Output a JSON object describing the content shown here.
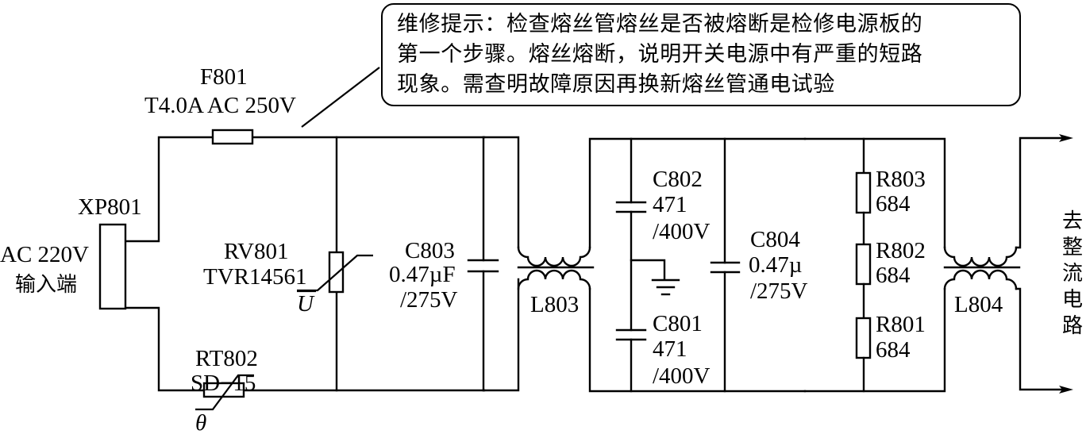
{
  "note": {
    "lines": [
      "维修提示：检查熔丝管熔丝是否被熔断是检修电源板的",
      "第一个步骤。熔丝熔断，说明开关电源中有严重的短路",
      "现象。需查明故障原因再换新熔丝管通电试验"
    ]
  },
  "components": {
    "fuse": {
      "ref": "F801",
      "spec": "T4.0A  AC 250V"
    },
    "connector": {
      "ref": "XP801",
      "input_voltage": "AC 220V",
      "input_label": "输入端"
    },
    "varistor": {
      "ref": "RV801",
      "part": "TVR14561",
      "symbol": "U"
    },
    "thermistor": {
      "ref": "RT802",
      "part": "SD−15",
      "symbol": "θ"
    },
    "c803": {
      "ref": "C803",
      "value": "0.47µF",
      "rating": "/275V"
    },
    "l803": {
      "ref": "L803"
    },
    "c802": {
      "ref": "C802",
      "value": "471",
      "rating": "/400V"
    },
    "c801": {
      "ref": "C801",
      "value": "471",
      "rating": "/400V"
    },
    "c804": {
      "ref": "C804",
      "value": "0.47µ",
      "rating": "/275V"
    },
    "r803": {
      "ref": "R803",
      "value": "684"
    },
    "r802": {
      "ref": "R802",
      "value": "684"
    },
    "r801": {
      "ref": "R801",
      "value": "684"
    },
    "l804": {
      "ref": "L804"
    }
  },
  "output": {
    "label_chars": [
      "去",
      "整",
      "流",
      "电",
      "路"
    ]
  }
}
